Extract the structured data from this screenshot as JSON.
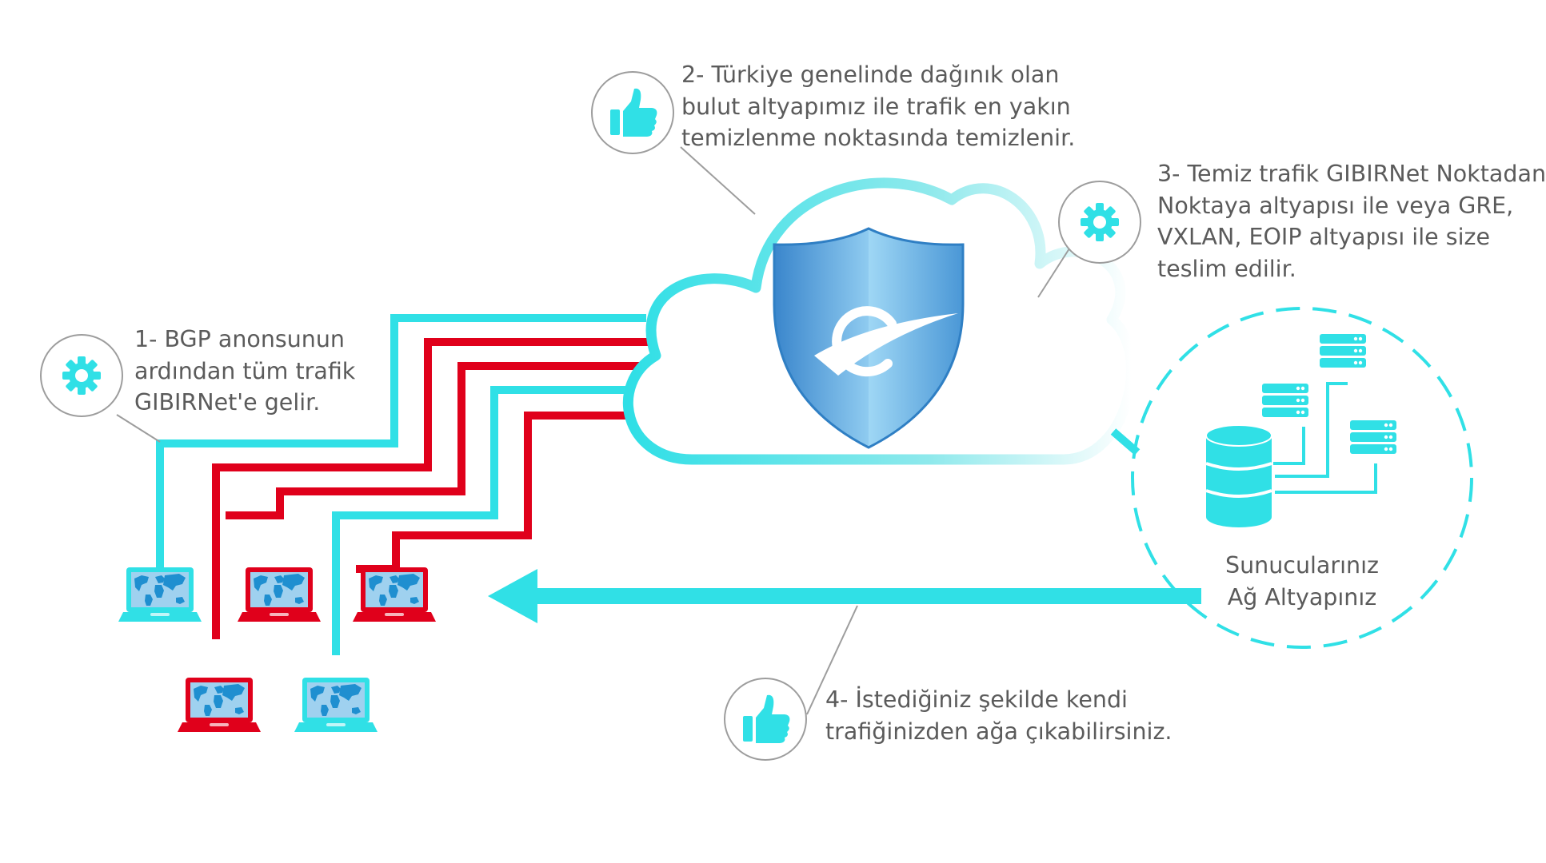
{
  "diagram": {
    "steps": [
      {
        "lines": [
          "1- BGP anonsunun",
          "ardından tüm trafik",
          "GIBIRNet'e gelir."
        ]
      },
      {
        "lines": [
          "2- Türkiye genelinde dağınık olan",
          "bulut altyapımız ile trafik en yakın",
          "temizlenme noktasında temizlenir."
        ]
      },
      {
        "lines": [
          "3- Temiz trafik GIBIRNet Noktadan",
          "Noktaya altyapısı ile veya GRE,",
          "VXLAN, EOIP altyapısı ile size",
          "teslim edilir."
        ]
      },
      {
        "lines": [
          "4- İstediğiniz şekilde kendi",
          "trafiğinizden ağa çıkabilirsiniz."
        ]
      }
    ],
    "server_lines": [
      "Sunucularınız",
      "Ağ Altyapınız"
    ],
    "icons": [
      "gear-icon",
      "thumbs-up-icon",
      "gear-icon",
      "thumbs-up-icon"
    ],
    "colors": {
      "clean_traffic": "#30e0e6",
      "attack_traffic": "#e0001b",
      "shield": "#3b8fd0",
      "text": "#5b5b5b",
      "callout_border": "#9d9d9d"
    }
  }
}
